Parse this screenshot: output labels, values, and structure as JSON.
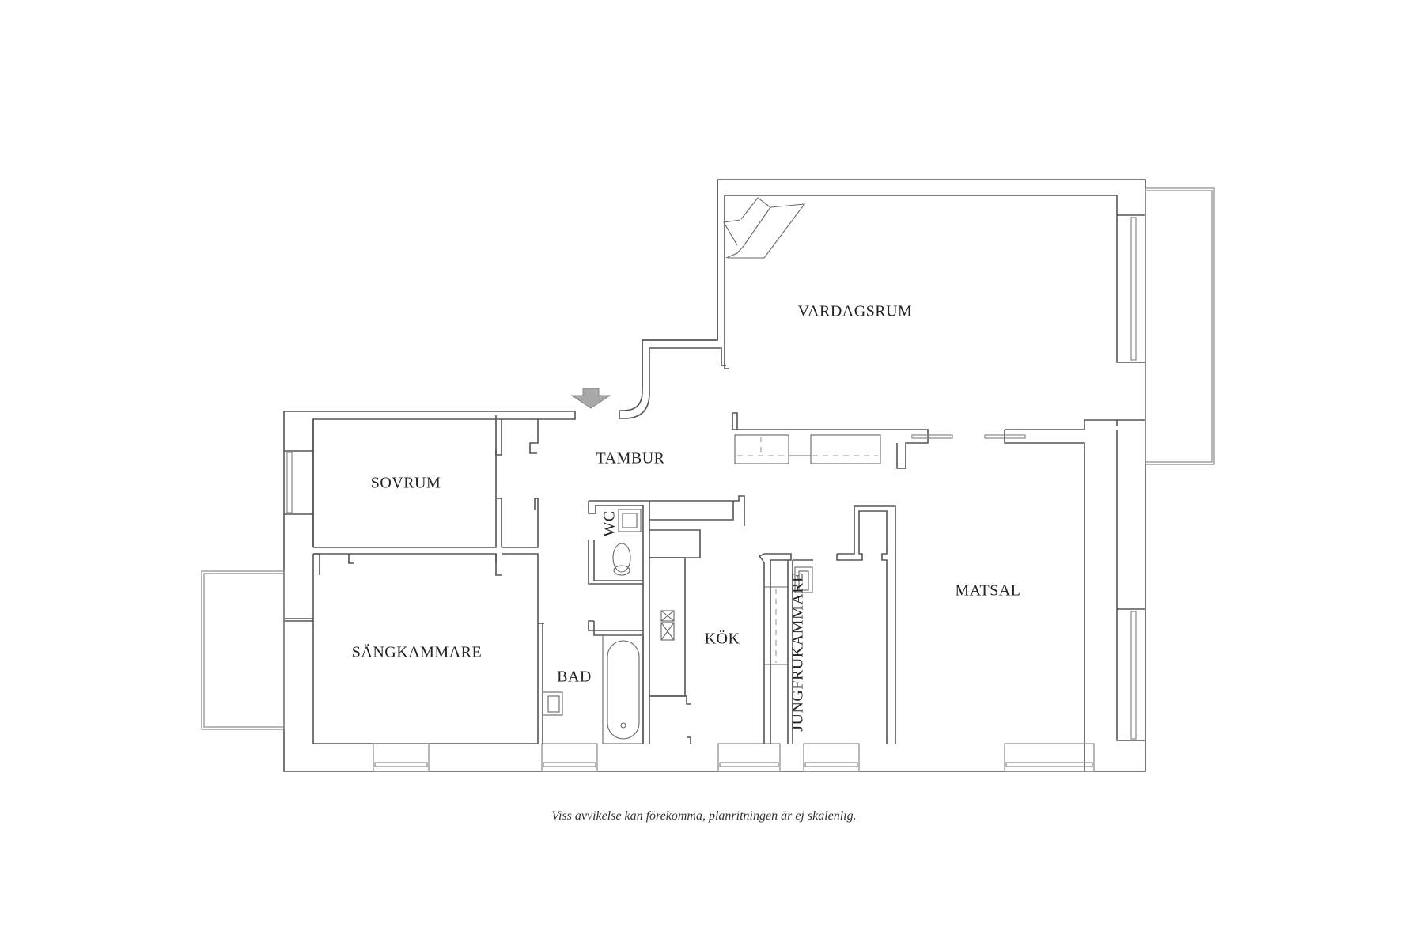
{
  "rooms": {
    "vardagsrum": "VARDAGSRUM",
    "tambur": "TAMBUR",
    "sovrum": "SOVRUM",
    "wc": "WC",
    "sangkammare": "SÄNGKAMMARE",
    "bad": "BAD",
    "kok": "KÖK",
    "jungfrukammare": "JUNGFRUKAMMARE",
    "matsal": "MATSAL"
  },
  "entrance": {
    "icon": "entrance-arrow-icon",
    "color": "#a8a8a8"
  },
  "disclaimer": "Viss avvikelse kan förekomma, planritningen är ej skalenlig."
}
